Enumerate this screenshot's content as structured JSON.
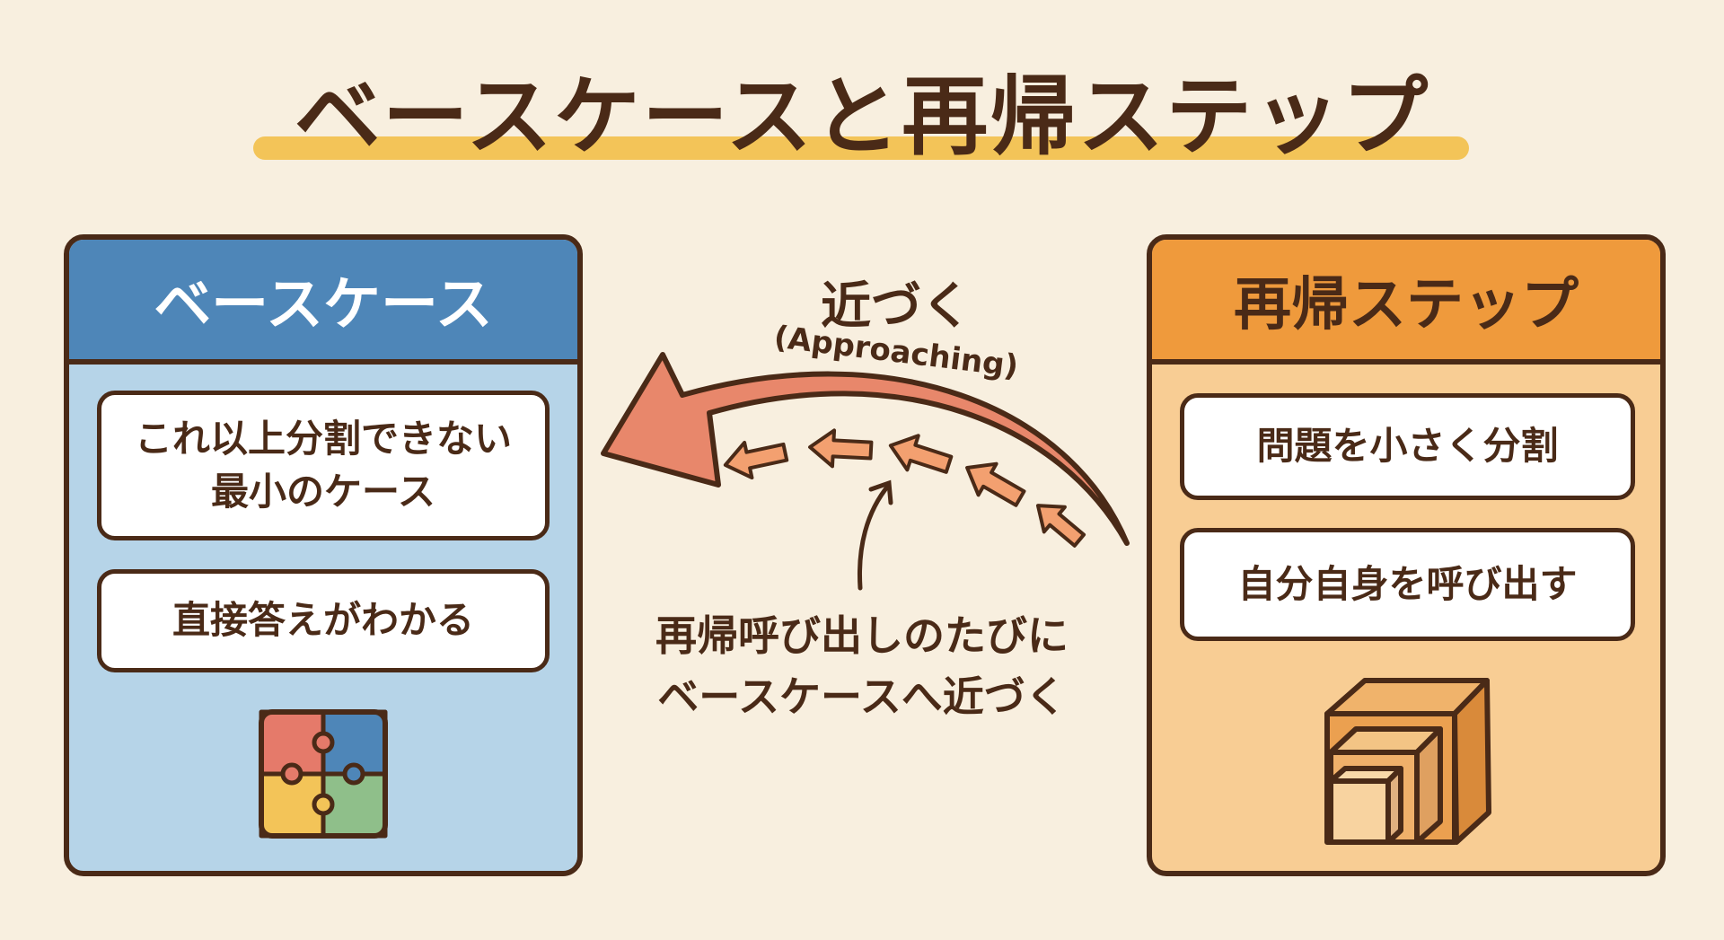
{
  "title": "ベースケースと再帰ステップ",
  "left_panel": {
    "heading": "ベースケース",
    "cards": [
      "これ以上分割できない\n最小のケース",
      "直接答えがわかる"
    ],
    "icon": "puzzle-icon",
    "header_color": "#4e86b8",
    "body_color": "#b6d4e8"
  },
  "right_panel": {
    "heading": "再帰ステップ",
    "cards": [
      "問題を小さく分割",
      "自分自身を呼び出す"
    ],
    "icon": "nested-boxes-icon",
    "header_color": "#ef9a3c",
    "body_color": "#f8cd94"
  },
  "middle": {
    "arrow_label": "近づく",
    "arrow_label_en": "(Approaching)",
    "caption_line1": "再帰呼び出しのたびに",
    "caption_line2": "ベースケースへ近づく",
    "arrow_color": "#e8876b"
  }
}
